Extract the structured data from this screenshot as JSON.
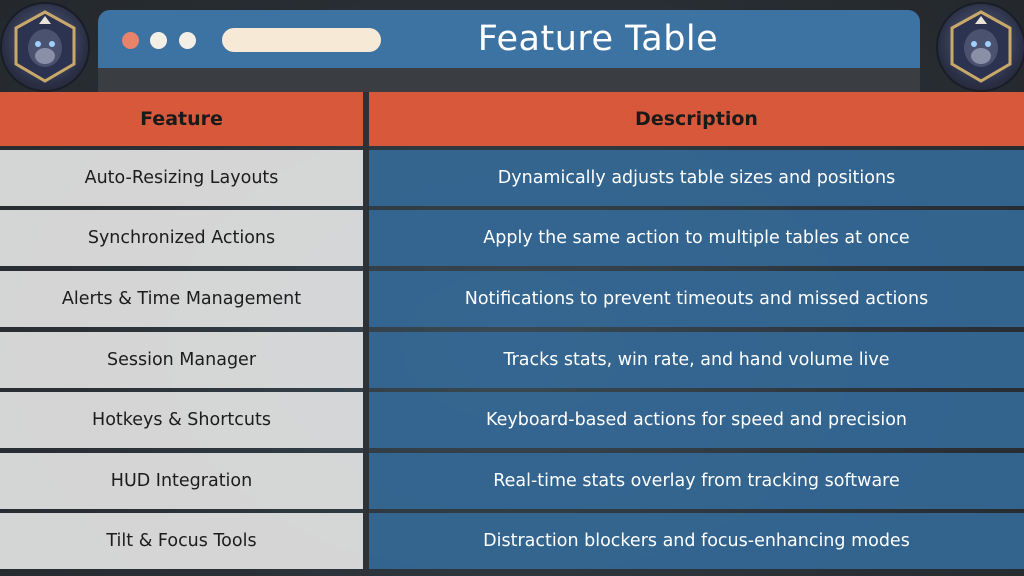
{
  "window": {
    "title": "Feature Table"
  },
  "table": {
    "headers": [
      "Feature",
      "Description"
    ],
    "rows": [
      {
        "feature": "Auto-Resizing Layouts",
        "description": "Dynamically adjusts table sizes and positions"
      },
      {
        "feature": "Synchronized Actions",
        "description": "Apply the same action to multiple tables at once"
      },
      {
        "feature": "Alerts & Time Management",
        "description": "Notifications to prevent timeouts and missed actions"
      },
      {
        "feature": "Session Manager",
        "description": "Tracks stats, win rate, and hand volume live"
      },
      {
        "feature": "Hotkeys & Shortcuts",
        "description": "Keyboard-based actions for speed and precision"
      },
      {
        "feature": "HUD Integration",
        "description": "Real-time stats overlay from tracking software"
      },
      {
        "feature": "Tilt & Focus Tools",
        "description": "Distraction blockers and focus-enhancing modes"
      }
    ]
  },
  "icons": {
    "logo": "gorilla-logo-icon"
  },
  "colors": {
    "header": "#d8583c",
    "description_bg": "#346896",
    "feature_bg": "#e2e2e2",
    "window_bar": "#3d73a3"
  }
}
